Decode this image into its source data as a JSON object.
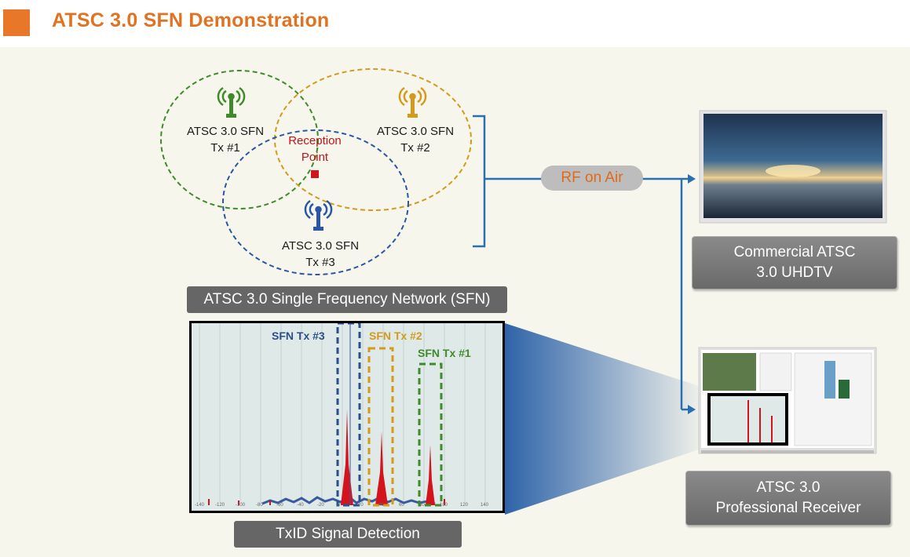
{
  "title": "ATSC 3.0 SFN Demonstration",
  "transmitters": [
    {
      "line1": "ATSC 3.0 SFN",
      "line2": "Tx #1",
      "color": "#3f8a2a"
    },
    {
      "line1": "ATSC 3.0 SFN",
      "line2": "Tx #2",
      "color": "#d49a1c"
    },
    {
      "line1": "ATSC 3.0 SFN",
      "line2": "Tx #3",
      "color": "#2a56a6"
    }
  ],
  "reception": {
    "line1": "Reception",
    "line2": "Point",
    "color": "#d4141c"
  },
  "rf_label": "RF on Air",
  "sfn_caption": "ATSC 3.0 Single Frequency Network (SFN)",
  "txid_caption": "TxID Signal Detection",
  "commercial_tv": {
    "line1": "Commercial ATSC",
    "line2": "3.0 UHDTV"
  },
  "pro_receiver": {
    "line1": "ATSC 3.0",
    "line2": "Professional Receiver"
  },
  "spectrum": {
    "labels": [
      {
        "text": "SFN Tx #3",
        "color": "#2a4f8c"
      },
      {
        "text": "SFN Tx #2",
        "color": "#d49a1c"
      },
      {
        "text": "SFN Tx #1",
        "color": "#3f8a2a"
      }
    ],
    "x_ticks": [
      "-140",
      "-120",
      "-100",
      "-80",
      "-60",
      "-40",
      "-20",
      "0",
      "20",
      "40",
      "60",
      "80",
      "100",
      "120",
      "140"
    ]
  },
  "colors": {
    "accent": "#e8772a",
    "line": "#2a6fb0",
    "caption_bg": "#666666",
    "pill_bg": "#bdbdbd"
  }
}
